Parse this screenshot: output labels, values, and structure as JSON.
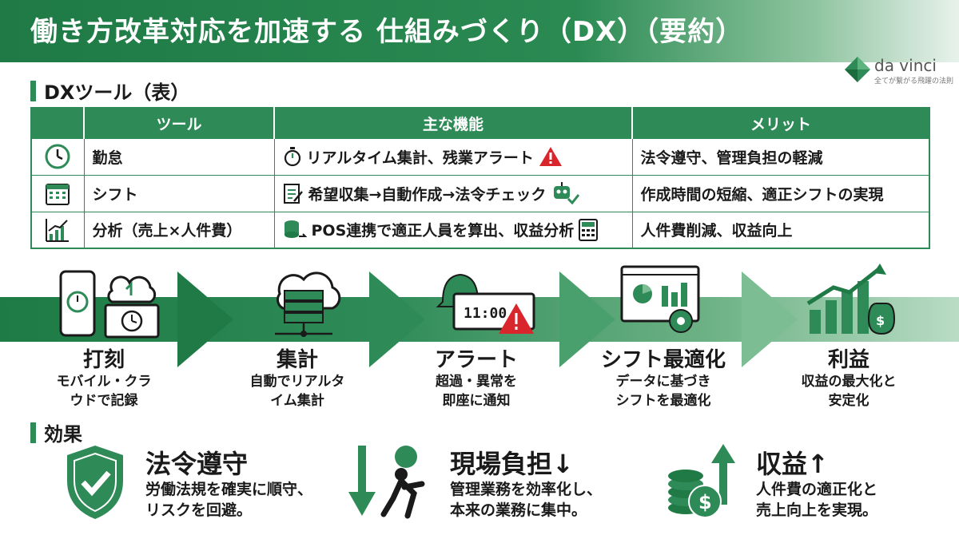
{
  "header": {
    "title": "働き方改革対応を加速する 仕組みづくり（DX）（要約）"
  },
  "logo": {
    "name": "da vinci",
    "tagline": "全てが繋がる飛躍の法則"
  },
  "table_section": {
    "title": "DXツール（表）"
  },
  "table": {
    "headers": [
      "ツール",
      "主な機能",
      "メリット"
    ],
    "rows": [
      {
        "icon": "clock-icon",
        "tool": "勤怠",
        "function": "リアルタイム集計、残業アラート",
        "func_icon_left": "stopwatch-icon",
        "func_icon_right": "warning-icon",
        "merit": "法令遵守、管理負担の軽減"
      },
      {
        "icon": "calendar-icon",
        "tool": "シフト",
        "function": "希望収集→自動作成→法令チェック",
        "func_icon_left": "clipboard-edit-icon",
        "func_icon_right": "robot-check-icon",
        "merit": "作成時間の短縮、適正シフトの実現"
      },
      {
        "icon": "bar-chart-icon",
        "tool": "分析（売上×人件費）",
        "function": "POS連携で適正人員を算出、収益分析",
        "func_icon_left": "database-sync-icon",
        "func_icon_right": "calculator-icon",
        "merit": "人件費削減、収益向上"
      }
    ]
  },
  "flow": {
    "steps": [
      {
        "icon": "smartphone-cloud-clock-icon",
        "label": "打刻",
        "desc_line1": "モバイル・クラ",
        "desc_line2": "ウドで記録"
      },
      {
        "icon": "cloud-server-icon",
        "label": "集計",
        "desc_line1": "自動でリアルタ",
        "desc_line2": "イム集計"
      },
      {
        "icon": "bell-alert-icon",
        "label": "アラート",
        "desc_line1": "超過・異常を",
        "desc_line2": "即座に通知",
        "clock_text": "11:00"
      },
      {
        "icon": "dashboard-gear-icon",
        "label": "シフト最適化",
        "desc_line1": "データに基づき",
        "desc_line2": "シフトを最適化"
      },
      {
        "icon": "profit-growth-icon",
        "label": "利益",
        "desc_line1": "収益の最大化と",
        "desc_line2": "安定化"
      }
    ]
  },
  "effects_section": {
    "title": "効果"
  },
  "effects": [
    {
      "icon": "shield-check-icon",
      "title": "法令遵守",
      "desc_line1": "労働法規を確実に順守、",
      "desc_line2": "リスクを回避。"
    },
    {
      "icon": "burden-down-icon",
      "title": "現場負担↓",
      "desc_line1": "管理業務を効率化し、",
      "desc_line2": "本来の業務に集中。"
    },
    {
      "icon": "coins-up-icon",
      "title": "収益↑",
      "desc_line1": "人件費の適正化と",
      "desc_line2": "売上向上を実現。"
    }
  ],
  "colors": {
    "primary": "#2e8b57",
    "dark": "#1f7a45",
    "light": "#b9dcc5",
    "warning": "#d9262c"
  }
}
